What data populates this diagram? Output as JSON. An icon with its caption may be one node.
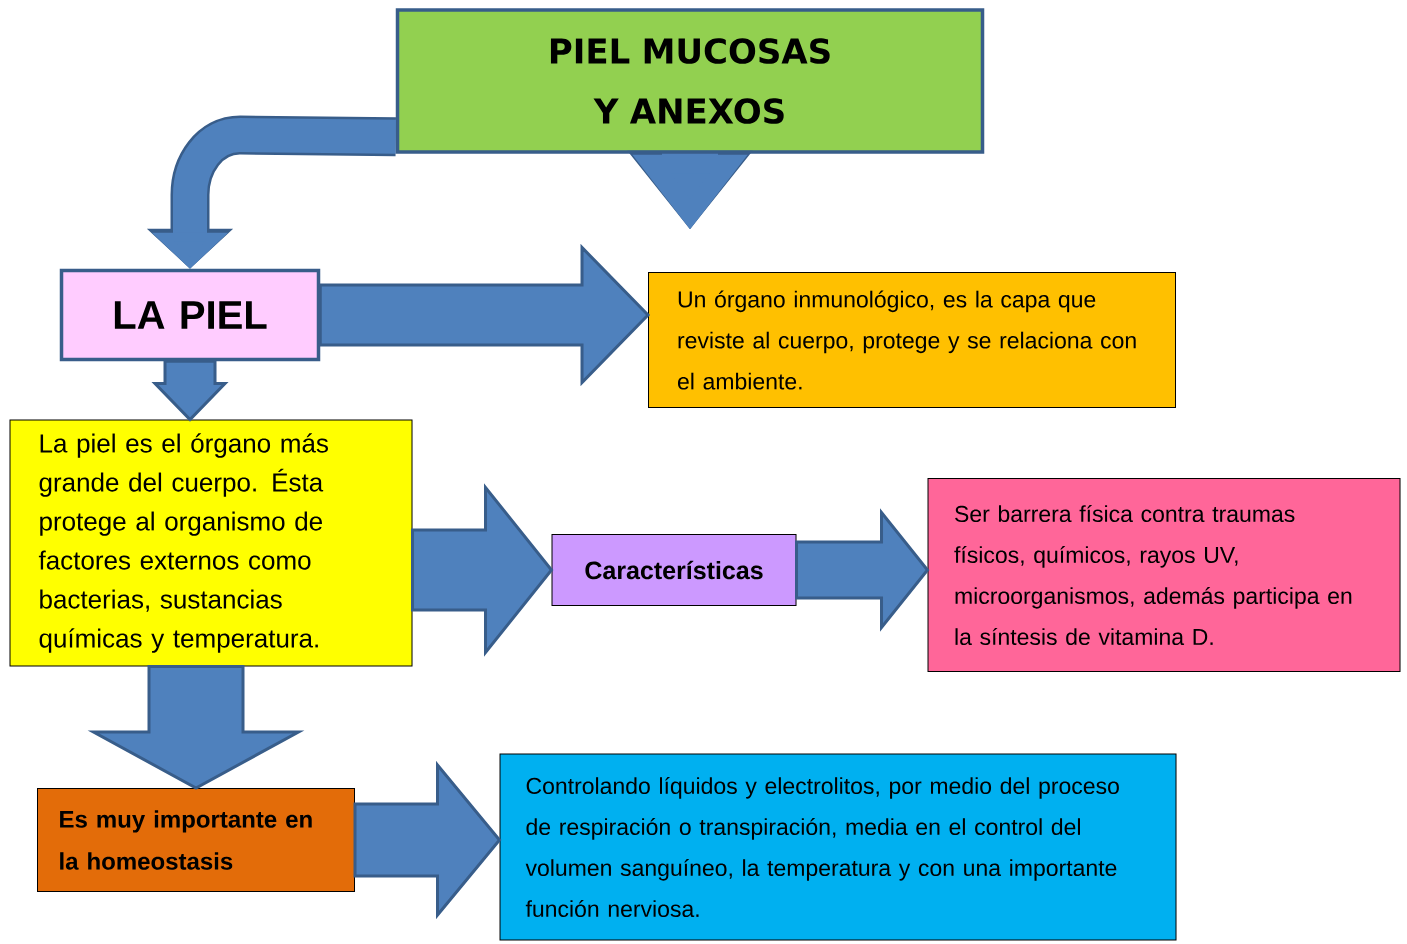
{
  "diagram": {
    "nodes": [
      {
        "text": [
          "PIEL MUCOSAS Y ANEXOS"
        ]
      },
      {
        "text": [
          "LA PIEL"
        ]
      },
      {
        "text": [
          "Un órgano inmunológico, es la capa que reviste al cuerpo, protege y se relaciona con el ambiente."
        ]
      },
      {
        "text": [
          "La piel es el órgano más grande del cuerpo. Ésta protege al organismo de factores externos como bacterias, sustancias químicas y temperatura."
        ]
      },
      {
        "text": [
          "Características"
        ]
      },
      {
        "text": [
          "Ser barrera física contra traumas físicos, químicos, rayos UV, microorganismos, además participa en la síntesis de vitamina D."
        ]
      },
      {
        "text": [
          "Es muy importante en la homeostasis"
        ]
      },
      {
        "text": [
          "Controlando líquidos y electrolitos, por medio del proceso de respiración o transpiración, media en el control del volumen sanguíneo, la temperatura y con una importante función nerviosa."
        ]
      }
    ],
    "edges": [
      {
        "from": 0,
        "to": 1,
        "arrow": "to"
      },
      {
        "from": 0,
        "to": null,
        "arrow": "to"
      },
      {
        "from": 1,
        "to": 2,
        "arrow": "to"
      },
      {
        "from": 1,
        "to": 3,
        "arrow": "to"
      },
      {
        "from": 3,
        "to": 4,
        "arrow": "to"
      },
      {
        "from": 4,
        "to": 5,
        "arrow": "to"
      },
      {
        "from": 3,
        "to": 6,
        "arrow": "to"
      },
      {
        "from": 6,
        "to": 7,
        "arrow": "to"
      }
    ]
  }
}
